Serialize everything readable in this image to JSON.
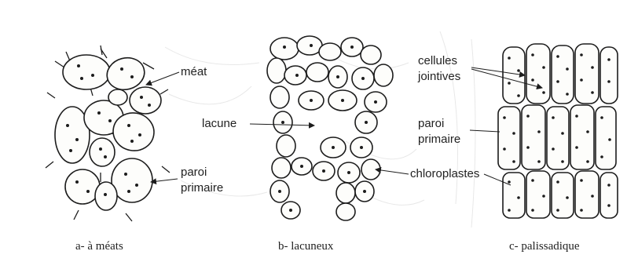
{
  "labels": {
    "meat": "méat",
    "lacune": "lacune",
    "paroi_primaire_a_1": "paroi",
    "paroi_primaire_a_2": "primaire",
    "cellules_jointives_1": "cellules",
    "cellules_jointives_2": "jointives",
    "paroi_primaire_c_1": "paroi",
    "paroi_primaire_c_2": "primaire",
    "chloroplastes": "chloroplastes"
  },
  "captions": {
    "a": "a- à méats",
    "b": "b- lacuneux",
    "c": "c- palissadique"
  }
}
